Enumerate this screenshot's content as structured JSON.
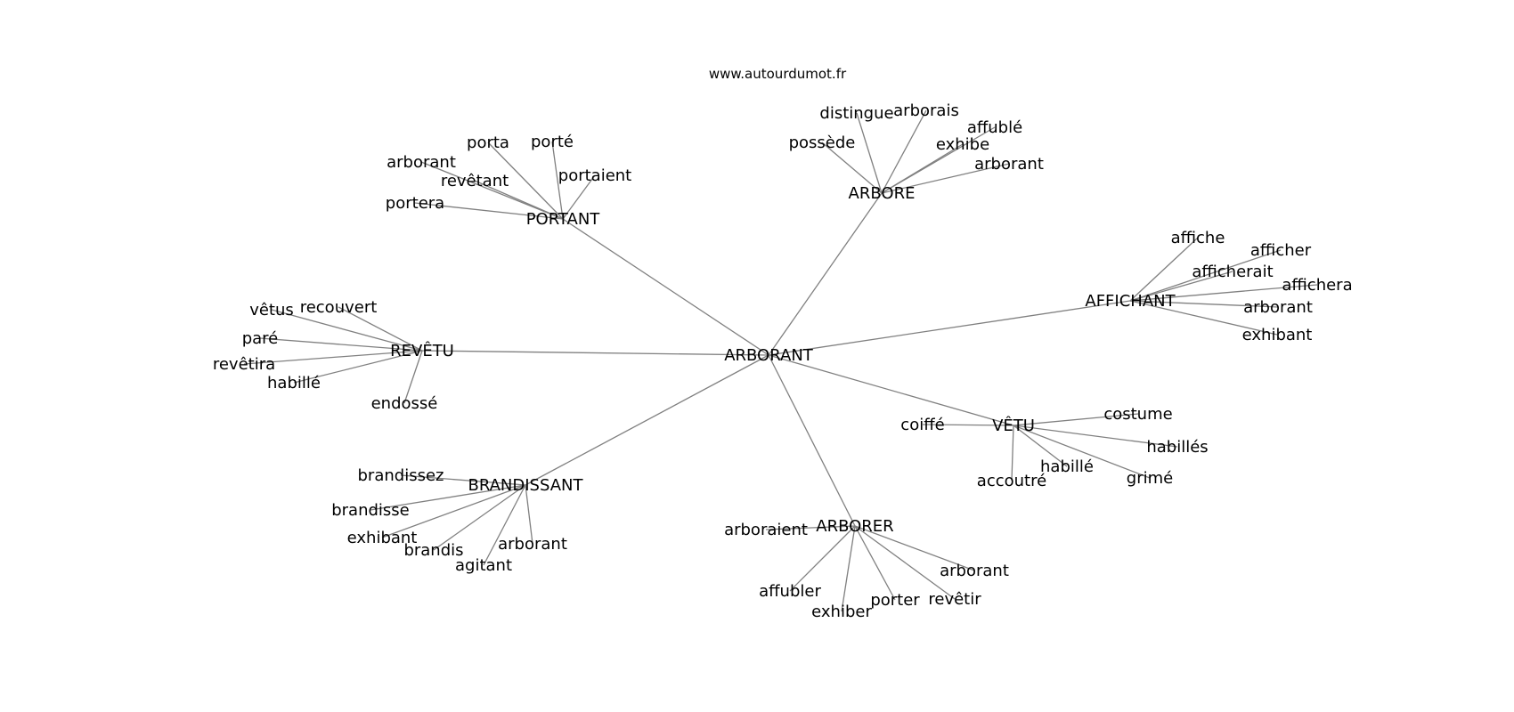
{
  "site_label": "www.autourdumot.fr",
  "graph": {
    "center": "ARBORANT",
    "clusters": [
      {
        "hub": "PORTANT",
        "leaves": [
          "porta",
          "porté",
          "portaient",
          "arborant",
          "revêtant",
          "portera"
        ]
      },
      {
        "hub": "ARBORE",
        "leaves": [
          "distingue",
          "arborais",
          "affublé",
          "possède",
          "exhibe",
          "arborant"
        ]
      },
      {
        "hub": "AFFICHANT",
        "leaves": [
          "affiche",
          "afficher",
          "afficherait",
          "affichera",
          "arborant",
          "exhibant"
        ]
      },
      {
        "hub": "REVÊTU",
        "leaves": [
          "vêtus",
          "recouvert",
          "paré",
          "revêtira",
          "habillé",
          "endossé"
        ]
      },
      {
        "hub": "VÊTU",
        "leaves": [
          "coiffé",
          "costume",
          "habillés",
          "habillé",
          "grimé",
          "accoutré"
        ]
      },
      {
        "hub": "BRANDISSANT",
        "leaves": [
          "brandissez",
          "brandisse",
          "exhibant",
          "brandis",
          "agitant",
          "arborant"
        ]
      },
      {
        "hub": "ARBORER",
        "leaves": [
          "arboraient",
          "arborant",
          "affubler",
          "exhiber",
          "porter",
          "revêtir"
        ]
      }
    ]
  }
}
